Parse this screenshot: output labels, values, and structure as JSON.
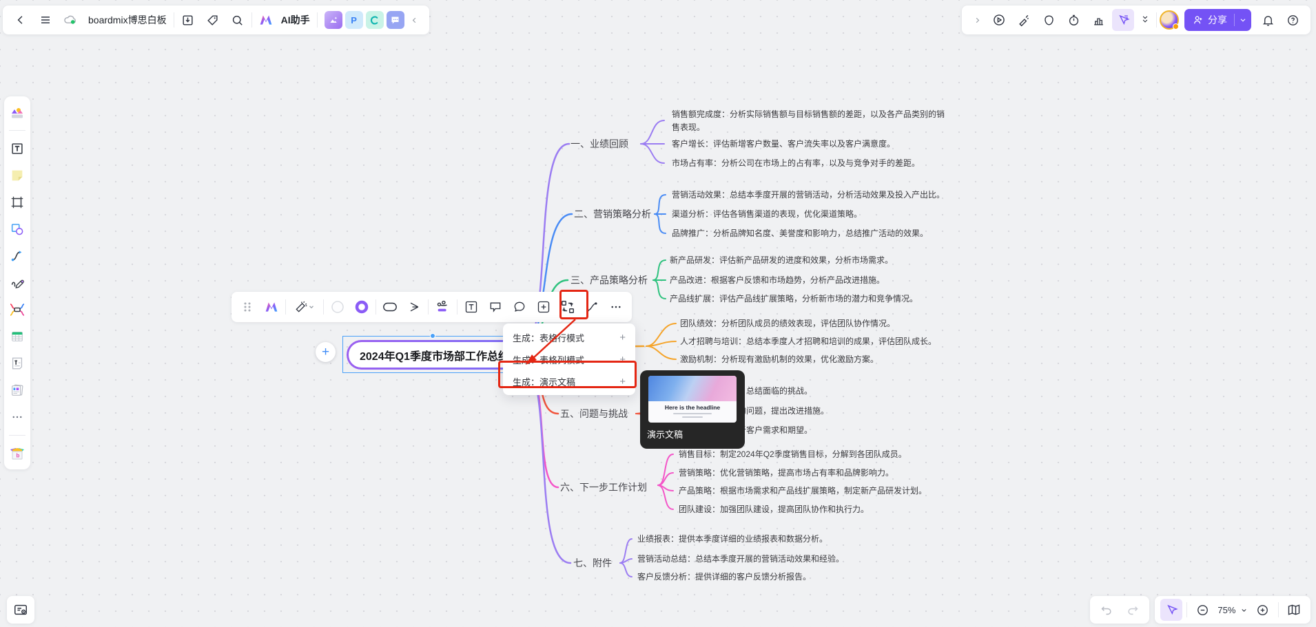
{
  "topbar": {
    "title": "boardmix博思白板",
    "ai_label": "AI助手",
    "share_label": "分享"
  },
  "context_menu": {
    "items": [
      "生成：表格行模式",
      "生成：表格列模式",
      "生成：演示文稿"
    ],
    "plus": "+"
  },
  "tooltip": {
    "label": "演示文稿",
    "preview_headline": "Here is the headline"
  },
  "controls": {
    "zoom_level": "75%"
  },
  "annotation": {
    "color": "#e42613"
  },
  "center_plus": "+",
  "mindmap": {
    "center": "2024年Q1季度市场部工作总结",
    "branches": [
      {
        "label": "一、业绩回顾",
        "color": "#9b7df2",
        "leaves": [
          "销售额完成度：分析实际销售额与目标销售额的差距，以及各产品类别的销售表现。",
          "客户增长：评估新增客户数量、客户流失率以及客户满意度。",
          "市场占有率：分析公司在市场上的占有率，以及与竞争对手的差距。"
        ]
      },
      {
        "label": "二、营销策略分析",
        "color": "#4a8cf5",
        "leaves": [
          "营销活动效果：总结本季度开展的营销活动，分析活动效果及投入产出比。",
          "渠道分析：评估各销售渠道的表现，优化渠道策略。",
          "品牌推广：分析品牌知名度、美誉度和影响力，总结推广活动的效果。"
        ]
      },
      {
        "label": "三、产品策略分析",
        "color": "#2ec27e",
        "leaves": [
          "新产品研发：评估新产品研发的进度和效果，分析市场需求。",
          "产品改进：根据客户反馈和市场趋势，分析产品改进措施。",
          "产品线扩展：评估产品线扩展策略，分析新市场的潜力和竞争情况。"
        ]
      },
      {
        "label": "",
        "color": "#f5a42a",
        "leaves": [
          "团队绩效：分析团队成员的绩效表现，评估团队协作情况。",
          "人才招聘与培训：总结本季度人才招聘和培训的成果，评估团队成长。",
          "激励机制：分析现有激励机制的效果，优化激励方案。"
        ]
      },
      {
        "label": "五、问题与挑战",
        "color": "#f1543c",
        "leaves": [
          "争态势，总结面临的挑战。",
          "部存在的问题，提出改进措施。",
          "馈，分析客户需求和期望。"
        ]
      },
      {
        "label": "六、下一步工作计划",
        "color": "#f455c8",
        "leaves": [
          "销售目标：制定2024年Q2季度销售目标，分解到各团队成员。",
          "营销策略：优化营销策略，提高市场占有率和品牌影响力。",
          "产品策略：根据市场需求和产品线扩展策略，制定新产品研发计划。",
          "团队建设：加强团队建设，提高团队协作和执行力。"
        ]
      },
      {
        "label": "七、附件",
        "color": "#9b7df2",
        "leaves": [
          "业绩报表：提供本季度详细的业绩报表和数据分析。",
          "营销活动总结：总结本季度开展的营销活动效果和经验。",
          "客户反馈分析：提供详细的客户反馈分析报告。"
        ]
      }
    ]
  }
}
